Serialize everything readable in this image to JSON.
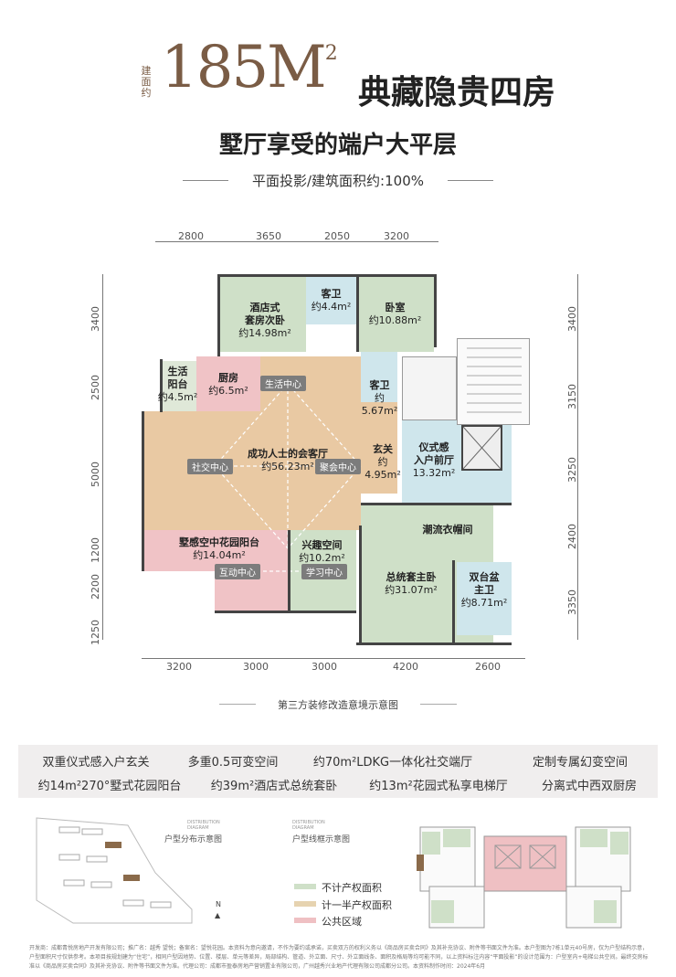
{
  "header": {
    "area_label": "建面约",
    "area_value": "185M",
    "area_sup": "2",
    "title": "典藏隐贵四房",
    "subtitle": "墅厅享受的端户大平层",
    "note": "平面投影/建筑面积约:100%"
  },
  "dimensions": {
    "top": [
      "2800",
      "3650",
      "2050",
      "3200"
    ],
    "bottom": [
      "3200",
      "3000",
      "3000",
      "4200",
      "2600"
    ],
    "left": [
      "3400",
      "2500",
      "5000",
      "1200",
      "2200",
      "1250"
    ],
    "right": [
      "3400",
      "3150",
      "3250",
      "2400",
      "3350"
    ]
  },
  "rooms": {
    "secondary_bed": {
      "name": "酒店式\n套房次卧",
      "area": "约14.98m²"
    },
    "guest_bath1": {
      "name": "客卫",
      "area": "约4.4m²"
    },
    "bedroom": {
      "name": "卧室",
      "area": "约10.88m²"
    },
    "life_balcony": {
      "name": "生活\n阳台",
      "area": "约4.5m²"
    },
    "kitchen": {
      "name": "厨房",
      "area": "约6.5m²"
    },
    "guest_bath2": {
      "name": "客卫",
      "area": "约5.67m²"
    },
    "living": {
      "name": "成功人士的会客厅",
      "area": "约56.23m²"
    },
    "foyer": {
      "name": "玄关",
      "area": "约4.95m²"
    },
    "entry_hall": {
      "name": "仪式感\n入户前厅",
      "area": "13.32m²"
    },
    "closet": {
      "name": "潮流衣帽间",
      "area": ""
    },
    "garden_balcony": {
      "name": "墅感空中花园阳台",
      "area": "约14.04m²"
    },
    "hobby": {
      "name": "兴趣空间",
      "area": "约10.2m²"
    },
    "master_bed": {
      "name": "总统套主卧",
      "area": "约31.07m²"
    },
    "master_bath": {
      "name": "双台盆\n主卫",
      "area": "约8.71m²"
    }
  },
  "tags": {
    "life_center": "生活中心",
    "social_center": "社交中心",
    "gathering_center": "聚会中心",
    "interaction_center": "互动中心",
    "study_center": "学习中心"
  },
  "caption": "第三方装修改造意境示意图",
  "features": {
    "row1": [
      "双重仪式感入户玄关",
      "多重0.5可变空间",
      "约70m²LDKG一体化社交端厅",
      "定制专属幻变空间"
    ],
    "row2": [
      "约14m²270°墅式花园阳台",
      "约39m²酒店式总统套卧",
      "约13m²花园式私享电梯厅",
      "分离式中西双厨房"
    ]
  },
  "diagrams": {
    "distribution_en": "DISTRIBUTION\nDIAGRAM",
    "distribution_cn": "户型分布示意图",
    "frame_en": "DISTRIBUTION\nDIAGRAM",
    "frame_cn": "户型线框示意图",
    "north": "N"
  },
  "legend": [
    {
      "label": "不计产权面积",
      "color": "#cfe0c8"
    },
    {
      "label": "计一半产权面积",
      "color": "#e6d3b0"
    },
    {
      "label": "公共区域",
      "color": "#efc0c3"
    }
  ],
  "colors": {
    "brand": "#7a5c45",
    "green": "#cfe0c8",
    "tan": "#e9c9a3",
    "pink": "#f0c3c6",
    "blue": "#cfe6ec"
  },
  "footer": "开发商：成都青悦房地产开发有限公司；推广名：越秀 望悦；备案名：望悦花园。本资料为意向邀请，不作为要约或承诺，买卖双方的权利义务以《商品房买卖合同》及其补充协议、附件等书面文件为准。本户型图为7栋1单元40号房，仅为户型结构示意，户型面积尺寸仅供参考。本项目按规划建为“住宅”，相同户型因地势、位置、楼层、单元等差异，局部结构、管道、外立面、尺寸、外立面线条、面积及格局等均可能不同，以上资料标注内容“平面投影”的设计范围为：户型室内+电梯公共空间。最终交房标准以《商品房买卖合同》及其补充协议、附件等书面文件为准。代理公司：成都市盈泰房地产营销置业有限公司，广州越秀兴业地产代理有限公司成都分公司。本资料制作时间：2024年6月"
}
